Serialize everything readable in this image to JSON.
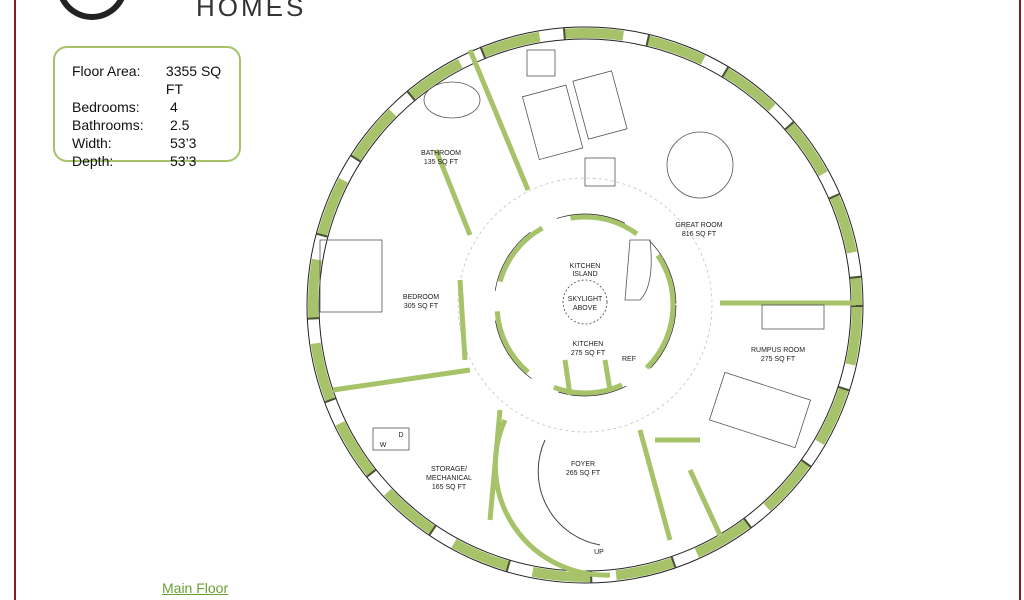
{
  "brand": {
    "name": "HOMES"
  },
  "info": {
    "rows": [
      {
        "key": "Floor Area:",
        "value": "3355 SQ FT"
      },
      {
        "key": "Bedrooms:",
        "value": "4"
      },
      {
        "key": "Bathrooms:",
        "value": "2.5"
      },
      {
        "key": "Width:",
        "value": "53’3"
      },
      {
        "key": "Depth:",
        "value": "53’3"
      }
    ]
  },
  "rooms": {
    "bathroom": {
      "name": "BATHROOM",
      "area": "135 SQ FT"
    },
    "great_room": {
      "name": "GREAT ROOM",
      "area": "816 SQ FT"
    },
    "kitchen_island": {
      "name1": "KITCHEN",
      "name2": "ISLAND"
    },
    "skylight": {
      "line1": "SKYLIGHT",
      "line2": "ABOVE"
    },
    "kitchen": {
      "name": "KITCHEN",
      "area": "275 SQ FT"
    },
    "bedroom": {
      "name": "BEDROOM",
      "area": "305 SQ FT"
    },
    "rumpus": {
      "name": "RUMPUS ROOM",
      "area": "275 SQ FT"
    },
    "ref": "REF",
    "foyer": {
      "name": "FOYER",
      "area": "265 SQ FT"
    },
    "storage": {
      "name1": "STORAGE/",
      "name2": "MECHANICAL",
      "area": "165 SQ FT"
    },
    "washer": "W",
    "dryer": "D",
    "up": "UP"
  },
  "caption": "Main Floor",
  "colors": {
    "wall": "#a6c36a",
    "frame": "#8b1a1a",
    "caption": "#6aa032"
  }
}
